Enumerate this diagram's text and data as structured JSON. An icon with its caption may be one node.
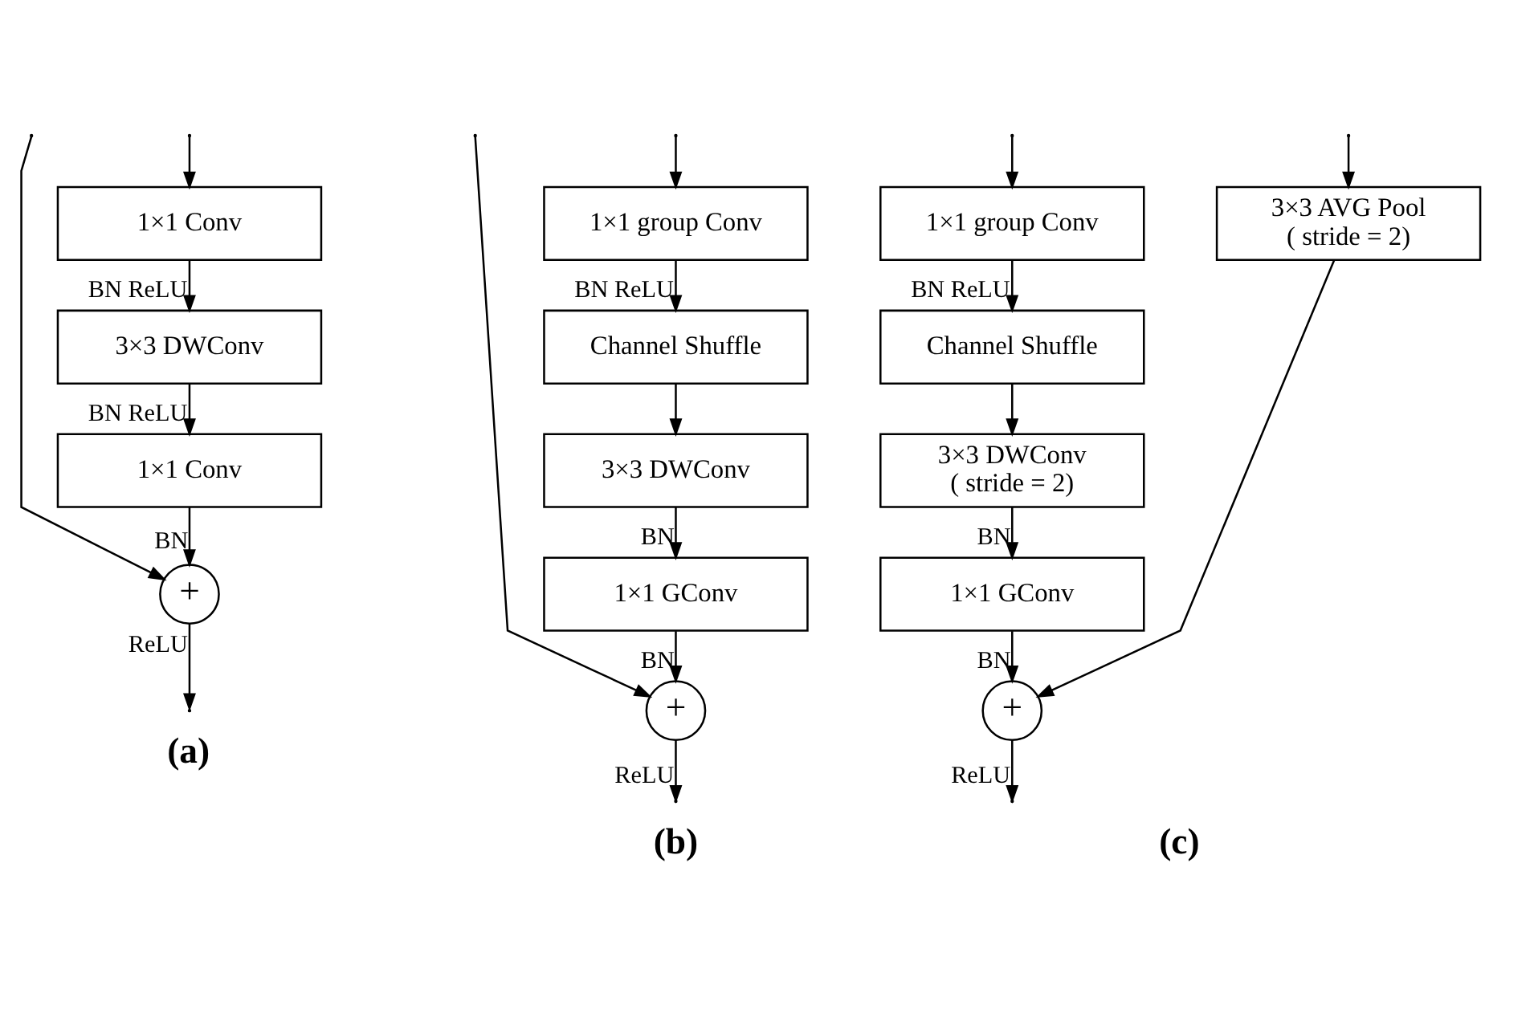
{
  "diagram": {
    "nodes": [
      {
        "text": [
          "1×1 Conv"
        ]
      },
      {
        "text": [
          "3×3 DWConv"
        ]
      },
      {
        "text": [
          "1×1 Conv"
        ]
      },
      {
        "text": [
          "+"
        ]
      },
      {
        "text": [
          "1×1 group Conv"
        ]
      },
      {
        "text": [
          "Channel Shuffle"
        ]
      },
      {
        "text": [
          "3×3 DWConv"
        ]
      },
      {
        "text": [
          "1×1 GConv"
        ]
      },
      {
        "text": [
          "+"
        ]
      },
      {
        "text": [
          "1×1 group Conv"
        ]
      },
      {
        "text": [
          "Channel Shuffle"
        ]
      },
      {
        "text": [
          "3×3 DWConv",
          "( stride = 2)"
        ]
      },
      {
        "text": [
          "1×1 GConv"
        ]
      },
      {
        "text": [
          "3×3 AVG Pool",
          "( stride = 2)"
        ]
      },
      {
        "text": [
          "+"
        ]
      }
    ],
    "edges": [
      {
        "from": null,
        "to": 0,
        "arrow": "to"
      },
      {
        "from": 0,
        "to": 1,
        "arrow": "to",
        "label": "BN ReLU"
      },
      {
        "from": 1,
        "to": 2,
        "arrow": "to",
        "label": "BN ReLU"
      },
      {
        "from": 2,
        "to": 3,
        "arrow": "to",
        "label": "BN"
      },
      {
        "from": null,
        "to": 3,
        "arrow": "to"
      },
      {
        "from": 3,
        "to": null,
        "arrow": "to",
        "label": "ReLU"
      },
      {
        "from": null,
        "to": 4,
        "arrow": "to"
      },
      {
        "from": 4,
        "to": 5,
        "arrow": "to",
        "label": "BN ReLU"
      },
      {
        "from": 5,
        "to": 6,
        "arrow": "to"
      },
      {
        "from": 6,
        "to": 7,
        "arrow": "to",
        "label": "BN"
      },
      {
        "from": 7,
        "to": 8,
        "arrow": "to",
        "label": "BN"
      },
      {
        "from": null,
        "to": 8,
        "arrow": "to"
      },
      {
        "from": 8,
        "to": null,
        "arrow": "to",
        "label": "ReLU"
      },
      {
        "from": null,
        "to": 9,
        "arrow": "to"
      },
      {
        "from": 9,
        "to": 10,
        "arrow": "to",
        "label": "BN ReLU"
      },
      {
        "from": 10,
        "to": 11,
        "arrow": "to"
      },
      {
        "from": 11,
        "to": 12,
        "arrow": "to",
        "label": "BN"
      },
      {
        "from": 12,
        "to": 14,
        "arrow": "to",
        "label": "BN"
      },
      {
        "from": null,
        "to": 13,
        "arrow": "to"
      },
      {
        "from": 13,
        "to": 14,
        "arrow": "to"
      },
      {
        "from": 14,
        "to": null,
        "arrow": "to",
        "label": "ReLU"
      }
    ],
    "labels": [
      "(a)",
      "(b)",
      "(c)"
    ]
  }
}
